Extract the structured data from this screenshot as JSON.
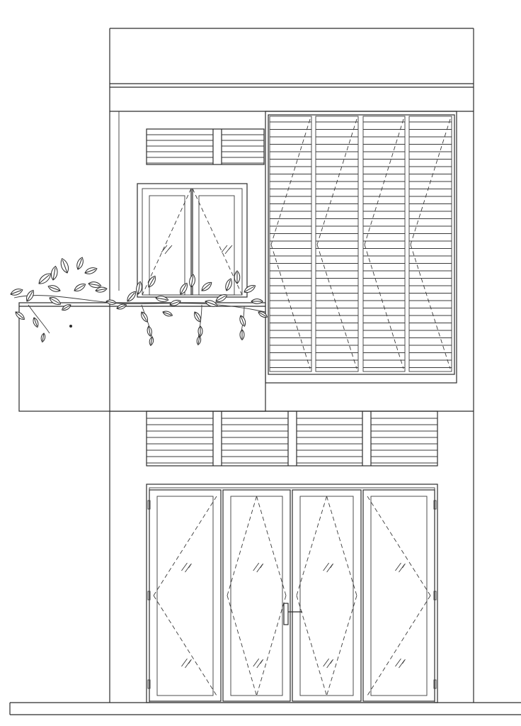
{
  "drawing": {
    "subject": "house-front-elevation",
    "line_color": "#2b2b2b",
    "background": "#ffffff",
    "elements": [
      "parapet",
      "upper-shutter-panel",
      "transom-vent-upper",
      "casement-window",
      "balcony-planter",
      "plants",
      "transom-vent-lower",
      "four-leaf-glass-door",
      "ground-line"
    ]
  }
}
